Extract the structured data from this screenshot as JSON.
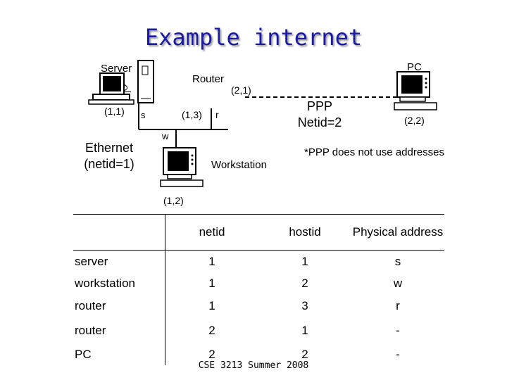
{
  "title": "Example internet",
  "labels": {
    "server": "Server",
    "router": "Router",
    "pc": "PC",
    "server_addr": "(1,1)",
    "server_phys": "s",
    "router_addr_net1": "(1,3)",
    "router_phys": "r",
    "router_addr_net2": "(2,1)",
    "ppp_line1": "PPP",
    "ppp_line2": "Netid=2",
    "pc_addr": "(2,2)",
    "ethernet_line1": "Ethernet",
    "ethernet_line2": "(netid=1)",
    "workstation_phys": "w",
    "workstation": "Workstation",
    "ppp_note": "*PPP does not use addresses",
    "workstation_addr": "(1,2)"
  },
  "table": {
    "headers": [
      "",
      "netid",
      "hostid",
      "Physical address"
    ],
    "rows": [
      [
        "server",
        "1",
        "1",
        "s"
      ],
      [
        "workstation",
        "1",
        "2",
        "w"
      ],
      [
        "router",
        "1",
        "3",
        "r"
      ],
      [
        "router",
        "2",
        "1",
        "-"
      ],
      [
        "PC",
        "2",
        "2",
        "-"
      ]
    ]
  },
  "footer": "CSE 3213 Summer 2008"
}
